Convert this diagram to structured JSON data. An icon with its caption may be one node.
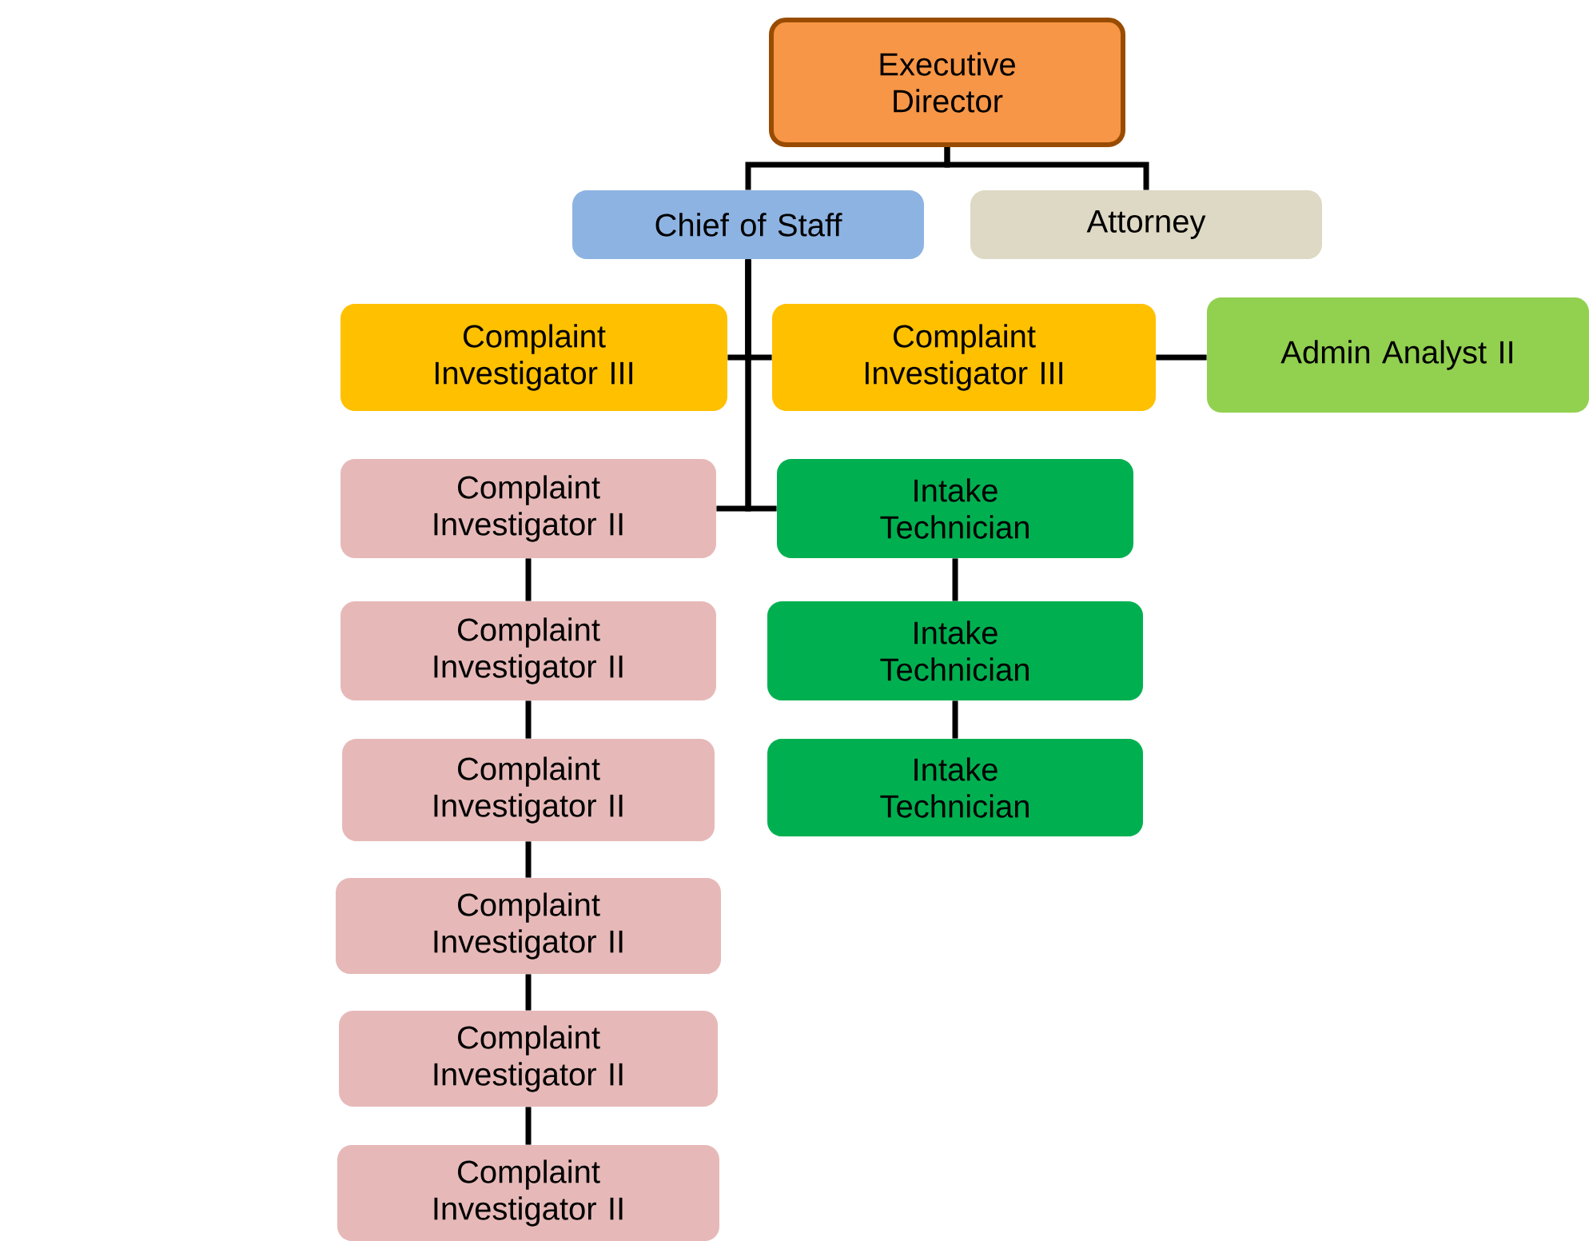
{
  "diagram": {
    "nodes": [
      {
        "text": [
          "Executive Director"
        ]
      },
      {
        "text": [
          "Chief of Staff"
        ]
      },
      {
        "text": [
          "Attorney"
        ]
      },
      {
        "text": [
          "Complaint Investigator III"
        ]
      },
      {
        "text": [
          "Complaint Investigator III"
        ]
      },
      {
        "text": [
          "Admin Analyst II"
        ]
      },
      {
        "text": [
          "Complaint Investigator II"
        ]
      },
      {
        "text": [
          "Intake Technician"
        ]
      },
      {
        "text": [
          "Complaint Investigator II"
        ]
      },
      {
        "text": [
          "Intake Technician"
        ]
      },
      {
        "text": [
          "Complaint Investigator II"
        ]
      },
      {
        "text": [
          "Intake Technician"
        ]
      },
      {
        "text": [
          "Complaint Investigator II"
        ]
      },
      {
        "text": [
          "Complaint Investigator II"
        ]
      },
      {
        "text": [
          "Complaint Investigator II"
        ]
      }
    ],
    "edges": [
      {
        "from": 0,
        "to": 1,
        "arrow": "none"
      },
      {
        "from": 0,
        "to": 2,
        "arrow": "none"
      },
      {
        "from": 1,
        "to": 3,
        "arrow": "none"
      },
      {
        "from": 1,
        "to": 4,
        "arrow": "none"
      },
      {
        "from": 1,
        "to": 6,
        "arrow": "none"
      },
      {
        "from": 1,
        "to": 7,
        "arrow": "none"
      },
      {
        "from": 4,
        "to": 5,
        "arrow": "none"
      },
      {
        "from": 6,
        "to": 8,
        "arrow": "none"
      },
      {
        "from": 8,
        "to": 10,
        "arrow": "none"
      },
      {
        "from": 10,
        "to": 12,
        "arrow": "none"
      },
      {
        "from": 12,
        "to": 13,
        "arrow": "none"
      },
      {
        "from": 13,
        "to": 14,
        "arrow": "none"
      },
      {
        "from": 7,
        "to": 9,
        "arrow": "none"
      },
      {
        "from": 9,
        "to": 11,
        "arrow": "none"
      }
    ]
  }
}
